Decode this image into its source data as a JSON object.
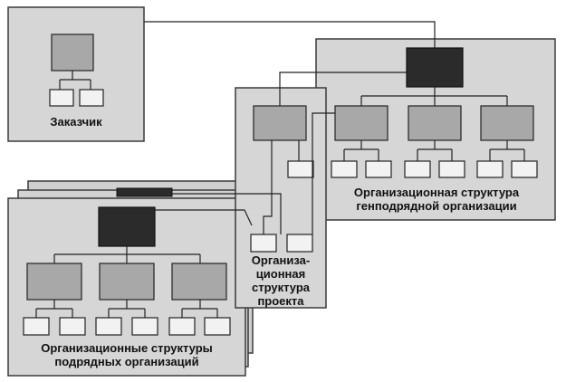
{
  "labels": {
    "customer": "Заказчик",
    "general_contractor": {
      "line1": "Организационная структура",
      "line2": "генподрядной организации"
    },
    "project": {
      "line1": "Организа-",
      "line2": "ционная",
      "line3": "структура",
      "line4": "проекта"
    },
    "subcontractors": {
      "line1": "Организационные структуры",
      "line2": "подрядных организаций"
    }
  },
  "colors": {
    "panel_fill": "#d6d6d6",
    "panel_stroke": "#3a3a3a",
    "box_mid": "#a8a8a8",
    "box_dark": "#2b2b2b",
    "box_light": "#f2f2f2",
    "line": "#222222"
  }
}
